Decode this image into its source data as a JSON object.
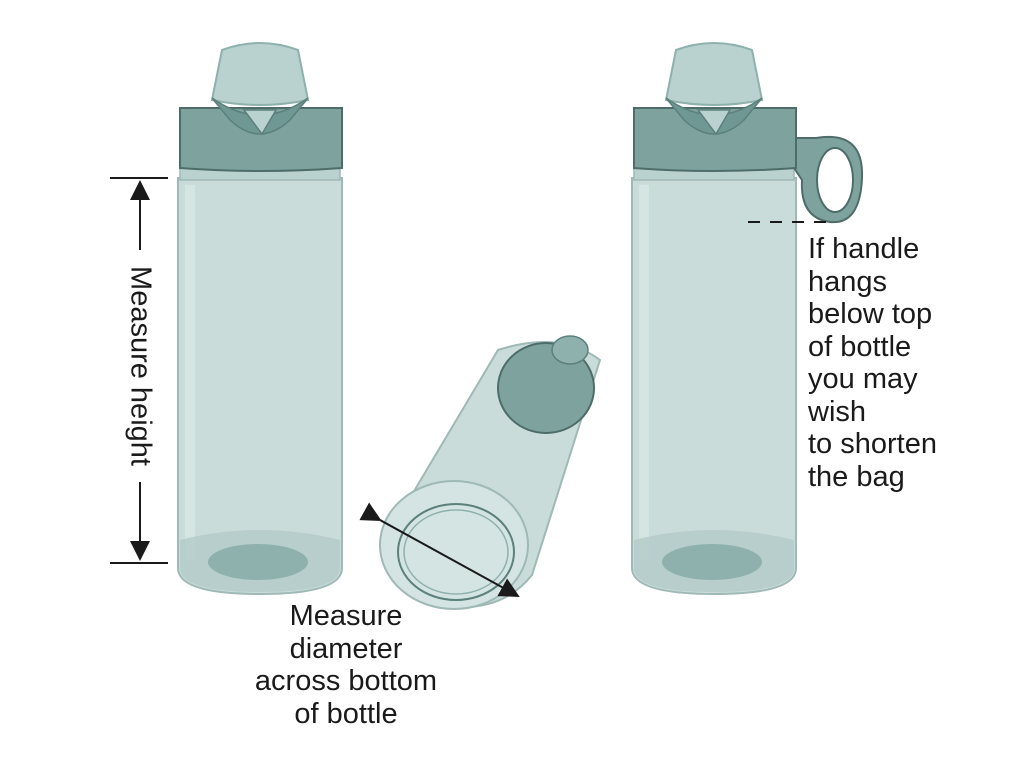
{
  "colors": {
    "bottle_body": "#c9dcda",
    "bottle_body_dark": "#b3cbc8",
    "bottle_outline": "#9fb9b6",
    "cap": "#7ea39f",
    "cap_dark": "#6f9793",
    "spout": "#b9d2cf",
    "base_shadow": "#8fb1ad",
    "ink": "#1a1a1a"
  },
  "labels": {
    "measure_height": "Measure height",
    "measure_diameter": [
      "Measure",
      "diameter",
      "across bottom",
      "of bottle"
    ],
    "handle_note": [
      "If handle",
      "hangs",
      "below top",
      "of bottle",
      "you may",
      "wish",
      "to shorten",
      "the bag"
    ]
  }
}
